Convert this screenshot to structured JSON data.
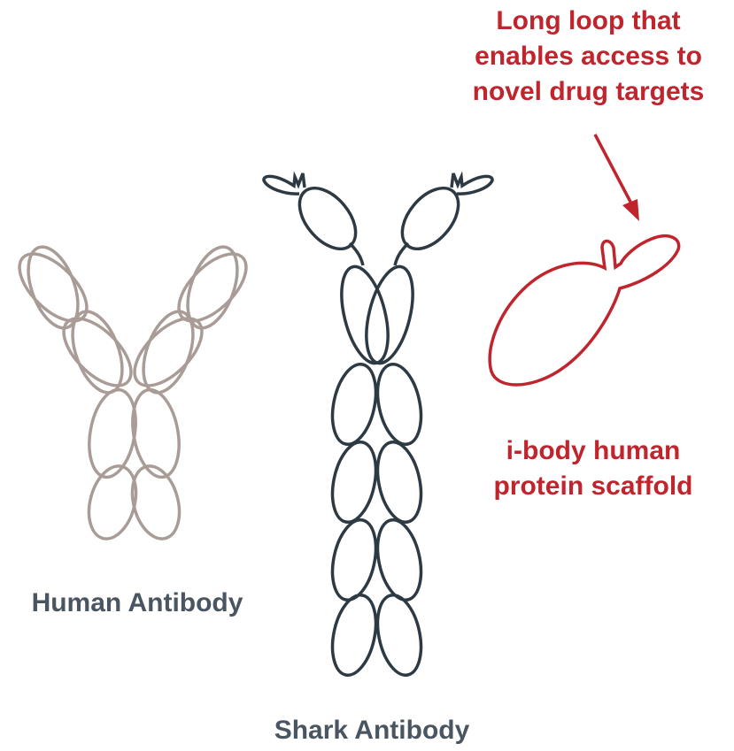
{
  "labels": {
    "human": "Human Antibody",
    "shark": "Shark Antibody",
    "ibody": [
      "i-body human",
      "protein scaffold"
    ],
    "loop": [
      "Long loop that",
      "enables access to",
      "novel drug targets"
    ]
  },
  "colors": {
    "human": "#a99c97",
    "shark": "#2d3a44",
    "ibody": "#c0252e",
    "label_gray": "#4a5562"
  }
}
